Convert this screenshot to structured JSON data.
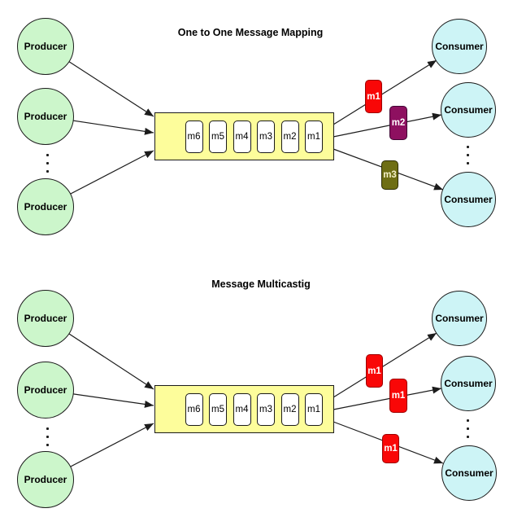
{
  "colors": {
    "producer_fill": "#ccf6cb",
    "consumer_fill": "#cdf4f6",
    "queue_fill": "#fdfd9b",
    "slot_fill": "#ffffff",
    "line": "#1c1c1c"
  },
  "diagrams": [
    {
      "title": "One to One Message Mapping",
      "producers": [
        "Producer",
        "Producer",
        "Producer"
      ],
      "consumers": [
        "Consumer",
        "Consumer",
        "Consumer"
      ],
      "queue_slots": [
        "m6",
        "m5",
        "m4",
        "m3",
        "m2",
        "m1"
      ],
      "messages": [
        {
          "label": "m1",
          "fill": "#f90707",
          "border": "#9e0000",
          "text_color": "#ffffff"
        },
        {
          "label": "m2",
          "fill": "#8e1060",
          "border": "#400534",
          "text_color": "#ffffff"
        },
        {
          "label": "m3",
          "fill": "#6e6e14",
          "border": "#2d2d04",
          "text_color": "#f4f0c8"
        }
      ]
    },
    {
      "title": "Message Multicastig",
      "producers": [
        "Producer",
        "Producer",
        "Producer"
      ],
      "consumers": [
        "Consumer",
        "Consumer",
        "Consumer"
      ],
      "queue_slots": [
        "m6",
        "m5",
        "m4",
        "m3",
        "m2",
        "m1"
      ],
      "messages": [
        {
          "label": "m1",
          "fill": "#f90707",
          "border": "#9e0000",
          "text_color": "#ffffff"
        },
        {
          "label": "m1",
          "fill": "#f90707",
          "border": "#9e0000",
          "text_color": "#ffffff"
        },
        {
          "label": "m1",
          "fill": "#f90707",
          "border": "#9e0000",
          "text_color": "#ffffff"
        }
      ]
    }
  ]
}
